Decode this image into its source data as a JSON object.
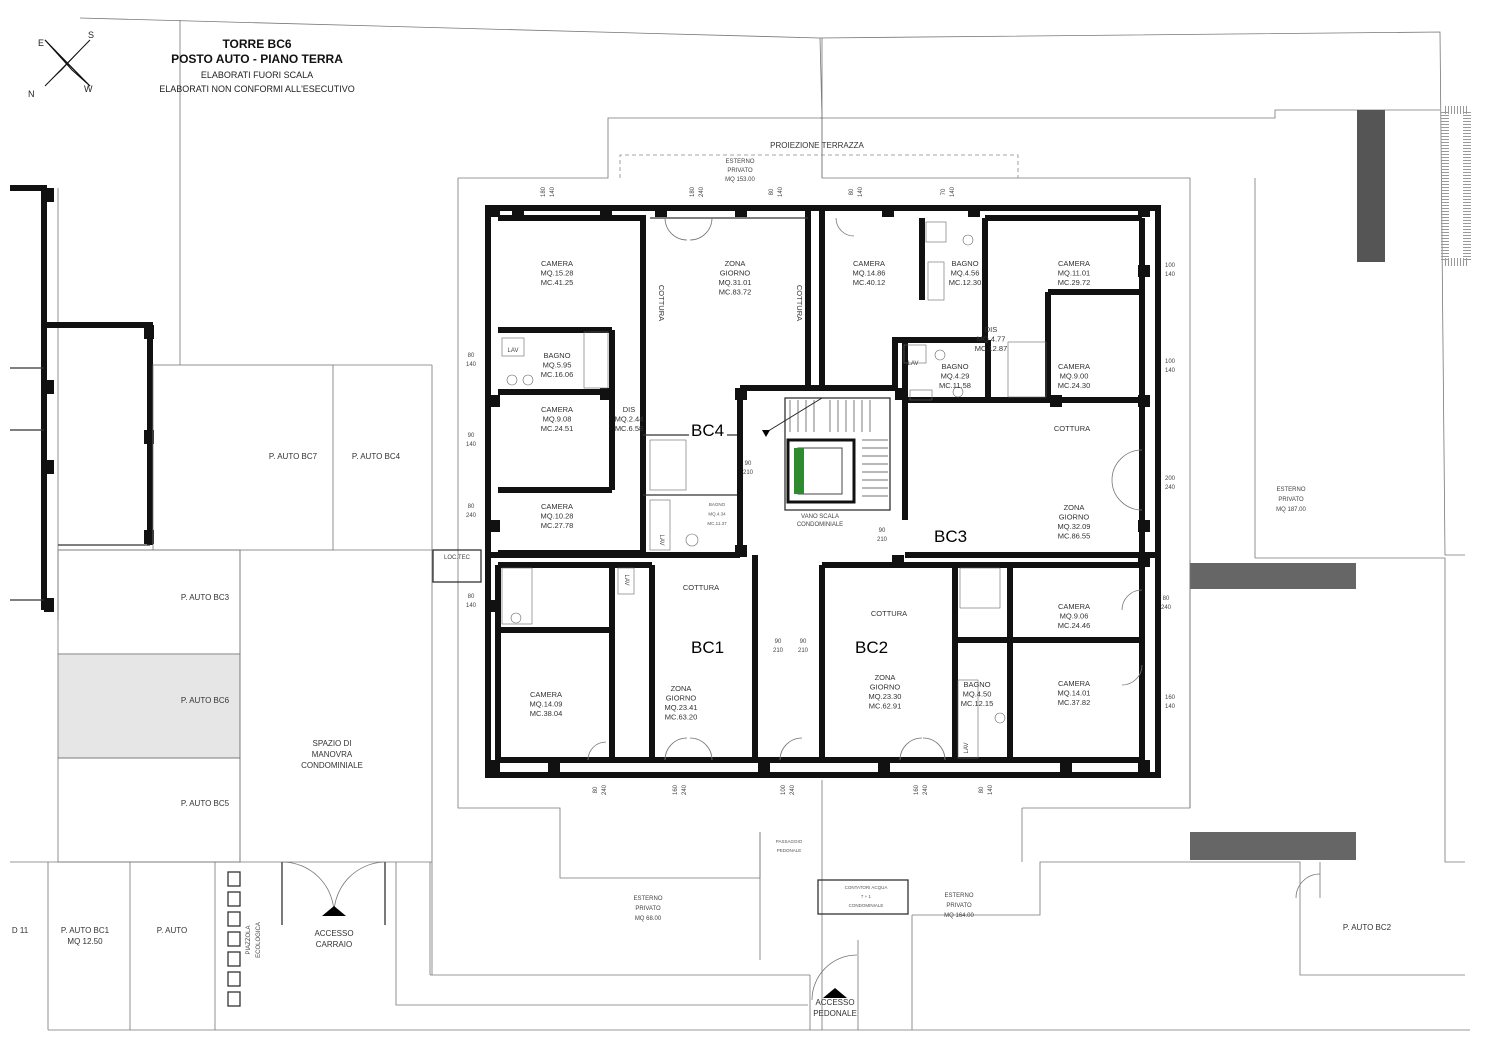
{
  "header": {
    "tower": "TORRE BC6",
    "level": "POSTO AUTO - PIANO TERRA",
    "note1": "ELABORATI FUORI SCALA",
    "note2": "ELABORATI NON CONFORMI ALL'ESECUTIVO"
  },
  "compass": {
    "n": "N",
    "s": "S",
    "e": "E",
    "w": "W"
  },
  "projection": "PROIEZIONE  TERRAZZA",
  "units": {
    "bc1": "BC1",
    "bc2": "BC2",
    "bc3": "BC3",
    "bc4": "BC4"
  },
  "rooms": {
    "bc4_camera1": [
      "CAMERA",
      "MQ.15.28",
      "MC.41.25"
    ],
    "bc4_zona": [
      "ZONA",
      "GIORNO",
      "MQ.31.01",
      "MC.83.72"
    ],
    "bc4_bagno": [
      "BAGNO",
      "MQ.5.95",
      "MC.16.06"
    ],
    "bc4_camera2": [
      "CAMERA",
      "MQ.9.08",
      "MC.24.51"
    ],
    "bc4_dis": [
      "DIS",
      "MQ.2.44",
      "MC.6.58"
    ],
    "bc4_camera3": [
      "CAMERA",
      "MQ.10.28",
      "MC.27.78"
    ],
    "bc4_bagno2": [
      "BAGNO",
      "MQ.4.34",
      "MC.11.37"
    ],
    "bc3_camera1": [
      "CAMERA",
      "MQ.14.86",
      "MC.40.12"
    ],
    "bc3_bagno1": [
      "BAGNO",
      "MQ.4.56",
      "MC.12.30"
    ],
    "bc3_camera2": [
      "CAMERA",
      "MQ.11.01",
      "MC.29.72"
    ],
    "bc3_dis": [
      "DIS",
      "MQ.4.77",
      "MC.12.87"
    ],
    "bc3_bagno2": [
      "BAGNO",
      "MQ.4.29",
      "MC.11.58"
    ],
    "bc3_camera3": [
      "CAMERA",
      "MQ.9.00",
      "MC.24.30"
    ],
    "bc3_zona": [
      "ZONA",
      "GIORNO",
      "MQ.32.09",
      "MC.86.55"
    ],
    "bc1_camera": [
      "CAMERA",
      "MQ.14.09",
      "MC.38.04"
    ],
    "bc1_zona": [
      "ZONA",
      "GIORNO",
      "MQ.23.41",
      "MC.63.20"
    ],
    "bc2_zona": [
      "ZONA",
      "GIORNO",
      "MQ.23.30",
      "MC.62.91"
    ],
    "bc2_bagno": [
      "BAGNO",
      "MQ.4.50",
      "MC.12.15"
    ],
    "bc2_camera1": [
      "CAMERA",
      "MQ.9.06",
      "MC.24.46"
    ],
    "bc2_camera2": [
      "CAMERA",
      "MQ.14.01",
      "MC.37.82"
    ]
  },
  "labels": {
    "cottura": "COTTURA",
    "vano": [
      "VANO SCALA",
      "CONDOMINIALE"
    ],
    "lav": "LAV",
    "loc_tec": "LOC.TEC"
  },
  "dims": {
    "d180_140": [
      "180",
      "140"
    ],
    "d180_240": [
      "180",
      "240"
    ],
    "d80_140": [
      "80",
      "140"
    ],
    "d80_240": [
      "80",
      "240"
    ],
    "d70_140": [
      "70",
      "140"
    ],
    "d90_140": [
      "90",
      "140"
    ],
    "d100_140": [
      "100",
      "140"
    ],
    "d200_240": [
      "200",
      "240"
    ],
    "d160_140": [
      "160",
      "140"
    ],
    "d90_210": [
      "90",
      "210"
    ],
    "d160_240": [
      "160",
      "240"
    ],
    "d100_240": [
      "100",
      "240"
    ]
  },
  "outside": {
    "esterno_top": [
      "ESTERNO",
      "PRIVATO",
      "MQ 153.00"
    ],
    "esterno_right": [
      "ESTERNO",
      "PRIVATO",
      "MQ 187.00"
    ],
    "esterno_bot1": [
      "ESTERNO",
      "PRIVATO",
      "MQ 68.00"
    ],
    "esterno_bot2": [
      "ESTERNO",
      "PRIVATO",
      "MQ 164.00"
    ],
    "passaggio": [
      "PASSAGGIO",
      "PEDONALE"
    ],
    "contatori": [
      "CONTATORI ACQUA",
      "7 + 1",
      "CONDOMINIALE"
    ],
    "accesso_ped": [
      "ACCESSO",
      "PEDONALE"
    ],
    "accesso_carr": [
      "ACCESSO",
      "CARRAIO"
    ],
    "spazio": [
      "SPAZIO DI",
      "MANOVRA",
      "CONDOMINIALE"
    ],
    "piazzola": [
      "PIAZZOLA",
      "ECOLOGICA"
    ]
  },
  "parking": {
    "bc7": "P. AUTO BC7",
    "bc4": "P. AUTO BC4",
    "bc3": "P. AUTO BC3",
    "bc6": "P. AUTO BC6",
    "bc5": "P. AUTO BC5",
    "bc1": [
      "P. AUTO BC1",
      "MQ 12.50"
    ],
    "auto": "P. AUTO",
    "bc2": "P. AUTO BC2",
    "d11": "D 11"
  },
  "colors": {
    "line": "#111111",
    "highlight": "#e6e6e6",
    "lift": "#2e8b2e"
  }
}
